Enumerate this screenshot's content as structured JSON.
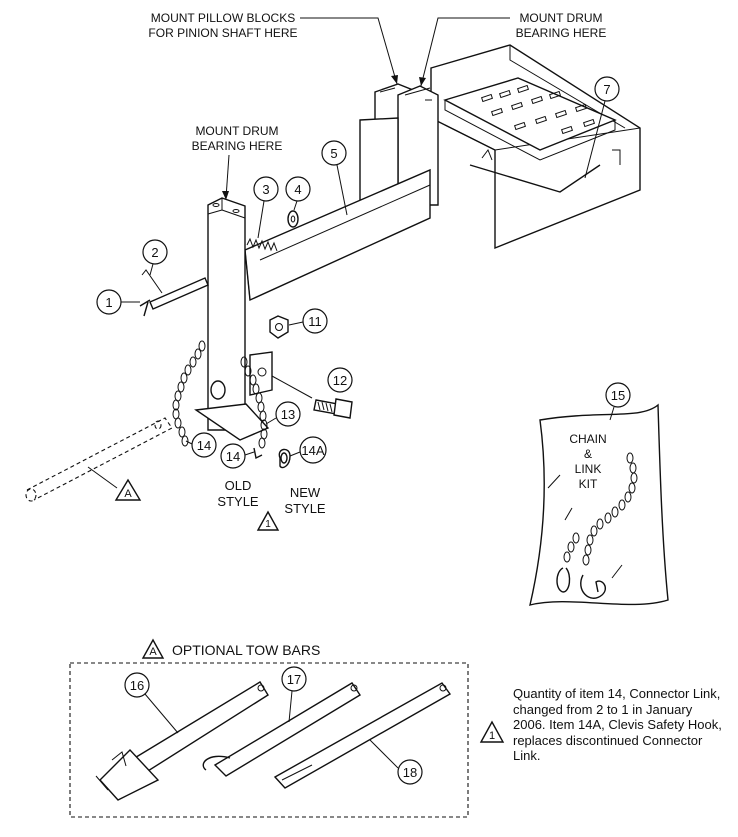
{
  "callouts": {
    "pillow_blocks": [
      "MOUNT PILLOW BLOCKS",
      "FOR PINION SHAFT HERE"
    ],
    "drum_bearing_top": [
      "MOUNT DRUM",
      "BEARING HERE"
    ],
    "drum_bearing_left": [
      "MOUNT DRUM",
      "BEARING HERE"
    ],
    "old_style": [
      "OLD",
      "STYLE"
    ],
    "new_style": [
      "NEW",
      "STYLE"
    ],
    "chain_kit": [
      "CHAIN",
      "&",
      "LINK",
      "KIT"
    ]
  },
  "part_numbers": {
    "p1": "1",
    "p2": "2",
    "p3": "3",
    "p4": "4",
    "p5": "5",
    "p7": "7",
    "p11": "11",
    "p12": "12",
    "p13": "13",
    "p14a": "14",
    "p14b": "14",
    "p14A": "14A",
    "p15": "15",
    "p16": "16",
    "p17": "17",
    "p18": "18"
  },
  "markers": {
    "tow_bar_ref": "A",
    "revision": "1"
  },
  "optional_tow_bars": {
    "marker": "A",
    "title": "OPTIONAL TOW BARS"
  },
  "revision_note": {
    "marker": "1",
    "text": "Quantity of item 14, Connector Link, changed from 2 to 1 in January 2006. Item 14A, Clevis Safety Hook, replaces discontinued Connector Link."
  }
}
